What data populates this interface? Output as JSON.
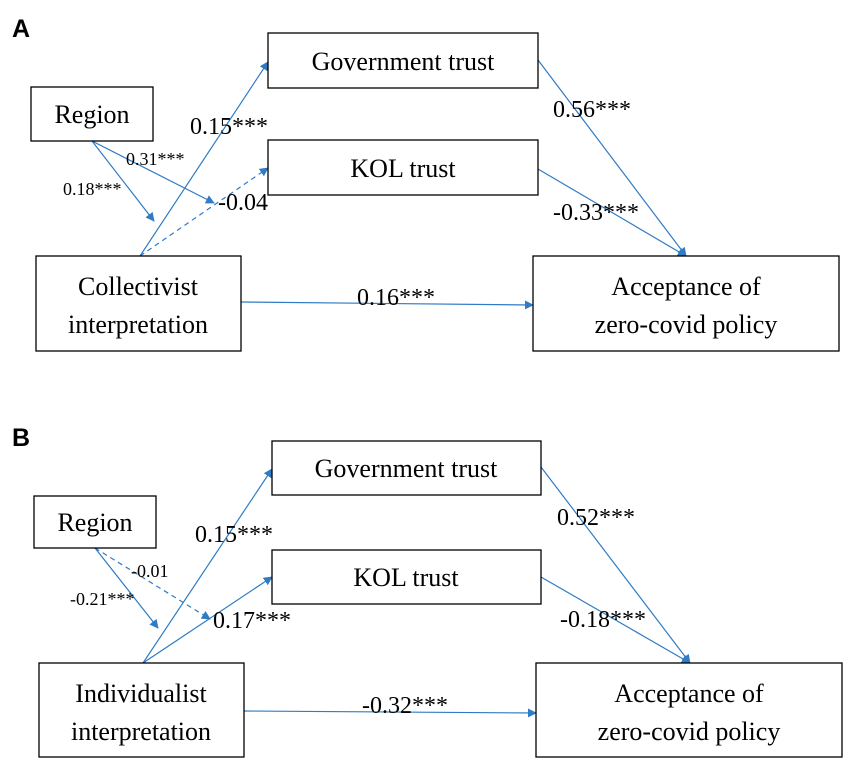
{
  "colors": {
    "arrow": "#2f7bc4",
    "box_border": "#000000",
    "text": "#000000"
  },
  "panels": [
    {
      "label": "A",
      "nodes": {
        "government": "Government trust",
        "kol": "KOL trust",
        "region": "Region",
        "predictor": [
          "Collectivist",
          "interpretation"
        ],
        "outcome": [
          "Acceptance of",
          "zero-covid policy"
        ]
      },
      "coefficients": {
        "pred_to_gov": "0.15***",
        "region_to_kol_path": "0.31***",
        "region_to_pred": "0.18***",
        "pred_to_kol": "-0.04",
        "gov_to_out": "0.56***",
        "kol_to_out": "-0.33***",
        "pred_to_out": "0.16***"
      }
    },
    {
      "label": "B",
      "nodes": {
        "government": "Government trust",
        "kol": "KOL trust",
        "region": "Region",
        "predictor": [
          "Individualist",
          "interpretation"
        ],
        "outcome": [
          "Acceptance of",
          "zero-covid policy"
        ]
      },
      "coefficients": {
        "pred_to_gov": "0.15***",
        "region_to_kol_path": "-0.01",
        "region_to_pred": "-0.21***",
        "pred_to_kol": "0.17***",
        "gov_to_out": "0.52***",
        "kol_to_out": "-0.18***",
        "pred_to_out": "-0.32***"
      }
    }
  ]
}
